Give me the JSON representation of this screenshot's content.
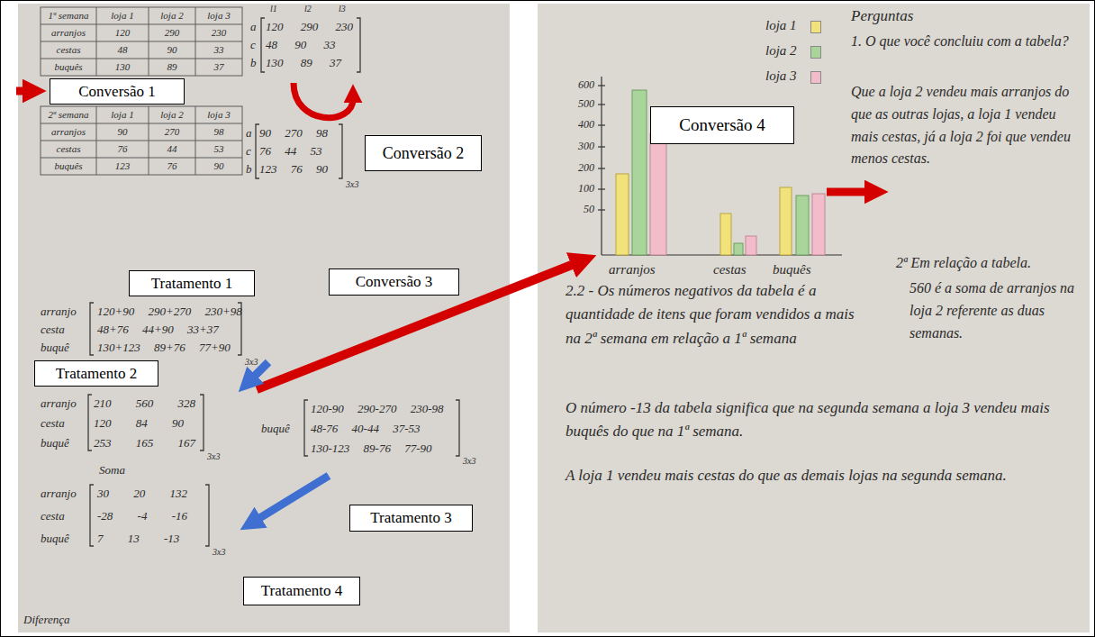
{
  "diagram": {
    "nodes": [
      {
        "text": [
          "Conversão 1"
        ]
      },
      {
        "text": [
          "Conversão 2"
        ]
      },
      {
        "text": [
          "Tratamento 1"
        ]
      },
      {
        "text": [
          "Conversão 3"
        ]
      },
      {
        "text": [
          "Tratamento 2"
        ]
      },
      {
        "text": [
          "Tratamento 3"
        ]
      },
      {
        "text": [
          "Tratamento 4"
        ]
      },
      {
        "text": [
          "Conversão 4"
        ]
      }
    ],
    "labels": [
      "1ª semana",
      "loja 1",
      "loja 2",
      "loja 3",
      "arranjos",
      "120",
      "290",
      "230",
      "cestas",
      "48",
      "90",
      "33",
      "buquês",
      "130",
      "89",
      "37",
      "2ª semana",
      "loja 1",
      "loja 2",
      "loja 3",
      "arranjos",
      "90",
      "270",
      "98",
      "cestas",
      "76",
      "44",
      "53",
      "buquês",
      "123",
      "76",
      "90",
      "l1",
      "l2",
      "l3",
      "a",
      "120 290 230",
      "c",
      "48 90 33",
      "b",
      "130 89 37",
      "a",
      "90 270 98",
      "c",
      "76 44 53",
      "b",
      "123 76 90",
      "3x3",
      "arranjo",
      "120+90 290+270 230+98",
      "cesta",
      "48+76 44+90 33+37",
      "buquê",
      "130+123 89+76 77+90",
      "3x3",
      "arranjo",
      "210 560 328",
      "cesta",
      "120 84 90",
      "buquê",
      "253 165 167",
      "3x3",
      "buquê",
      "120-90 290-270 230-98",
      "48-76 40-44 37-53",
      "130-123 89-76 77-90",
      "3x3",
      "Soma",
      "arranjo",
      "30 20 132",
      "cesta",
      "-28 -4 -16",
      "buquê",
      "7 13 -13",
      "3x3",
      "Diferença",
      "Perguntas",
      "1. O que você concluiu com a tabela?",
      "Que a loja 2 vendeu mais arranjos do que as outras lojas, a loja 1 vendeu mais cestas, já a loja 2 foi que vendeu menos cestas.",
      "600",
      "500",
      "400",
      "300",
      "200",
      "100",
      "50",
      "arranjos",
      "cestas",
      "buquês",
      "2ª Em relação a tabela.",
      "560 é a soma de arranjos na loja 2 referente as duas semanas.",
      "2.2 - Os números negativos da tabela é a quantidade de itens que foram vendidos a mais na 2ª semana em relação a 1ª semana",
      "O número -13 da tabela significa que na segunda semana a loja 3 vendeu mais buquês do que na 1ª semana.",
      "A loja 1 vendeu mais cestas do que as demais lojas na segunda semana."
    ],
    "legend": [
      {
        "text": "loja 1",
        "color": "#f2e27a"
      },
      {
        "text": "loja 2",
        "color": "#a9d49a"
      },
      {
        "text": "loja 3",
        "color": "#f3bccb"
      }
    ]
  }
}
